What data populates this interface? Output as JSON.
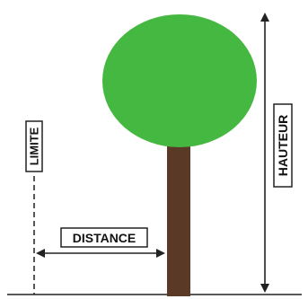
{
  "diagram": {
    "labels": {
      "limit": "LIMITE",
      "distance": "DISTANCE",
      "height": "HAUTEUR"
    },
    "colors": {
      "foliage": "#45b841",
      "trunk": "#5a3a26",
      "line": "#222222",
      "label_border": "#222222",
      "background": "#ffffff"
    }
  }
}
